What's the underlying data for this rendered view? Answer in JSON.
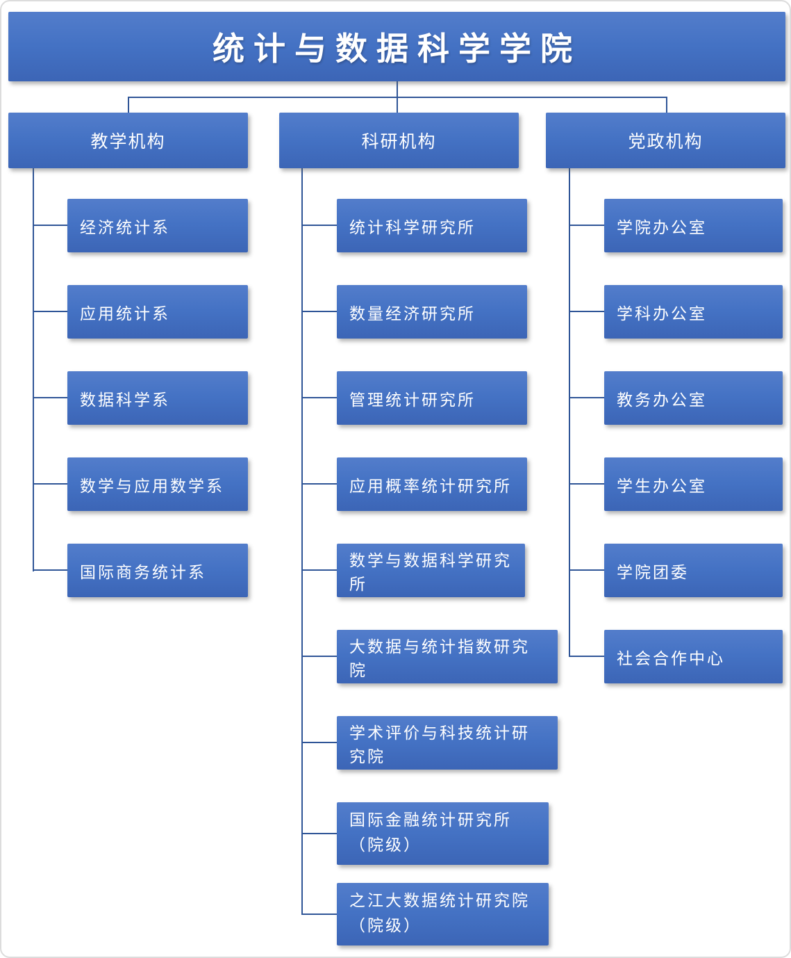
{
  "title": "统计与数据科学学院",
  "colors": {
    "node_gradient_top": "#537dcb",
    "node_gradient_mid": "#4472c4",
    "node_gradient_bottom": "#3c65b6",
    "connector": "#2f5597",
    "text": "#ffffff",
    "background": "#ffffff"
  },
  "branches": [
    {
      "label": "教学机构",
      "items": [
        {
          "label": "经济统计系"
        },
        {
          "label": "应用统计系"
        },
        {
          "label": "数据科学系"
        },
        {
          "label": "数学与应用数学系"
        },
        {
          "label": "国际商务统计系"
        }
      ]
    },
    {
      "label": "科研机构",
      "items": [
        {
          "label": "统计科学研究所"
        },
        {
          "label": "数量经济研究所"
        },
        {
          "label": "管理统计研究所"
        },
        {
          "label": "应用概率统计研究所"
        },
        {
          "label": "数学与数据科学研究所"
        },
        {
          "label": "大数据与统计指数研究院"
        },
        {
          "label": "学术评价与科技统计研究院"
        },
        {
          "label": "国际金融统计研究所",
          "label2": "（院级）"
        },
        {
          "label": "之江大数据统计研究院",
          "label2": "（院级）"
        }
      ]
    },
    {
      "label": "党政机构",
      "items": [
        {
          "label": "学院办公室"
        },
        {
          "label": "学科办公室"
        },
        {
          "label": "教务办公室"
        },
        {
          "label": "学生办公室"
        },
        {
          "label": "学院团委"
        },
        {
          "label": "社会合作中心"
        }
      ]
    }
  ]
}
